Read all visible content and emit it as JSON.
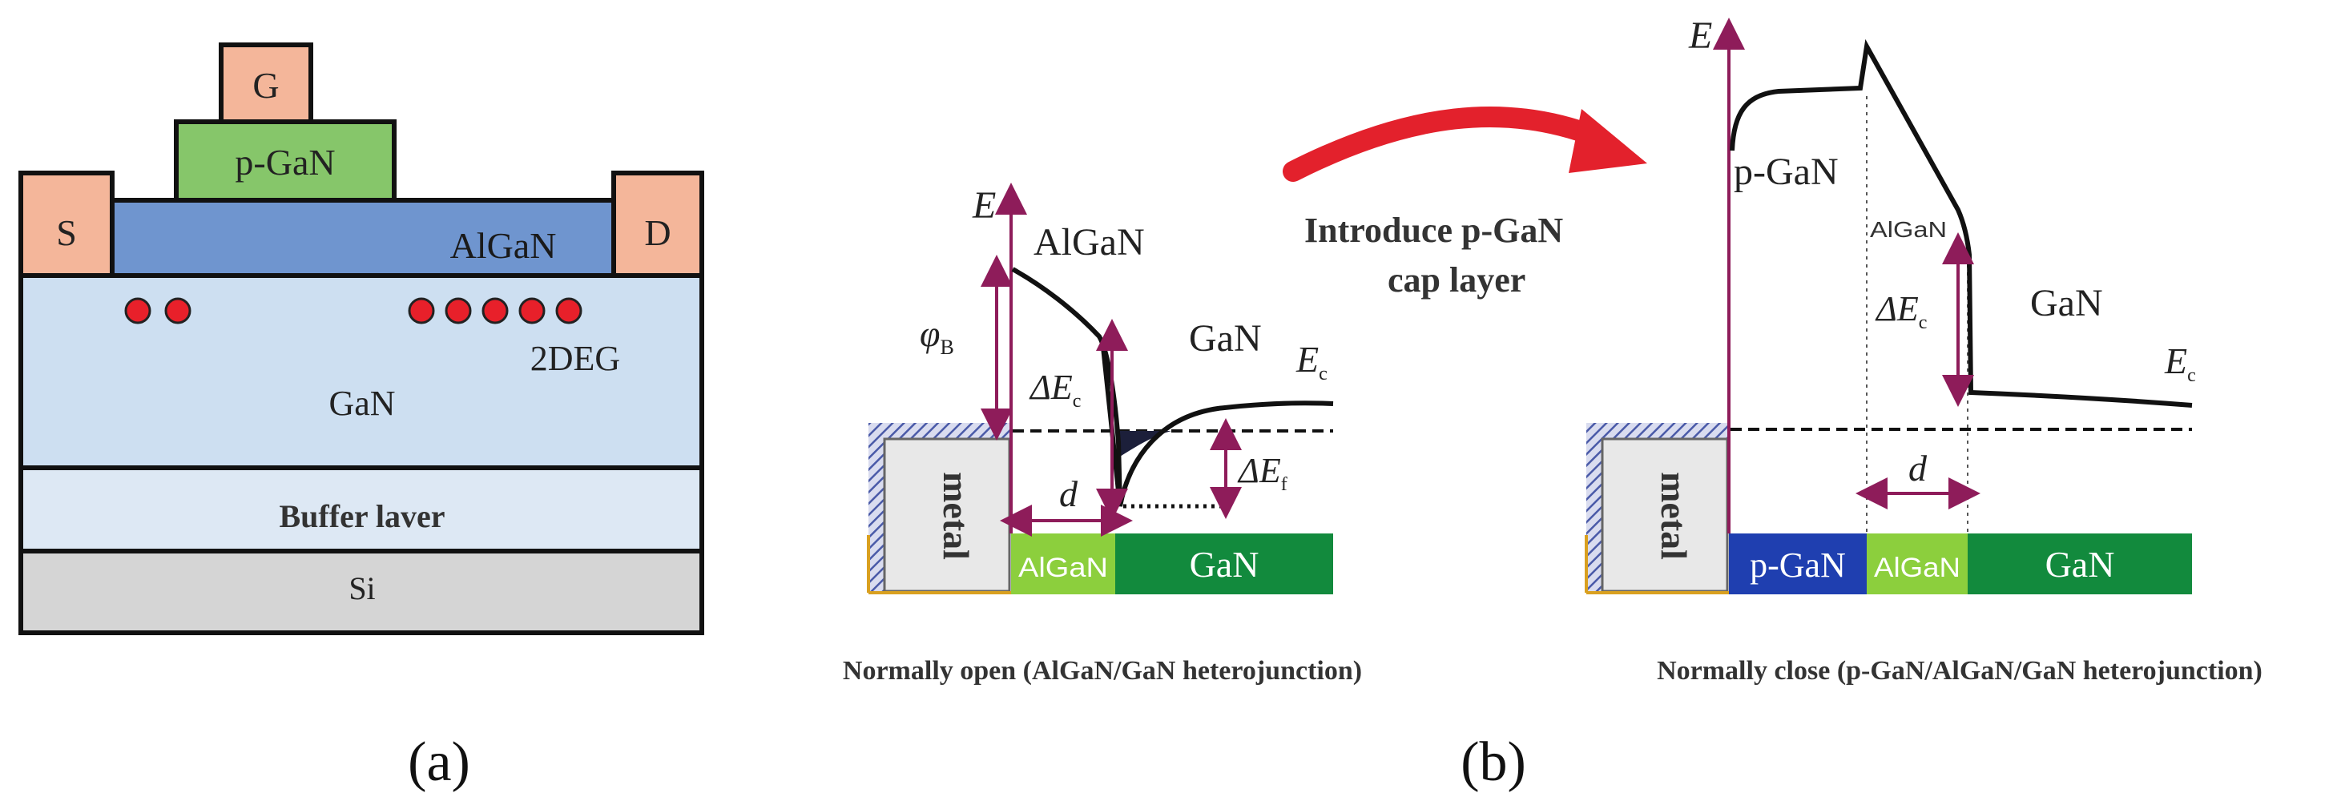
{
  "colors": {
    "contact": "#f4b69a",
    "p_gan": "#86c66a",
    "algan_layer": "#6f95cf",
    "gan_layer": "#cddff1",
    "buffer": "#dde8f4",
    "si": "#d5d5d5",
    "dot": "#e8202a",
    "arrow": "#e3212c",
    "band_label": "#8e1c5a",
    "bar_algan": "#8ccf3d",
    "bar_gan": "#128a3d",
    "bar_pgan": "#1f3fb0",
    "metal": "#e8e8e8",
    "hatch": "#4a5aa8"
  },
  "panel_a": {
    "gate": "G",
    "p_gan": "p-GaN",
    "source": "S",
    "drain": "D",
    "algan": "AlGaN",
    "twodeg": "2DEG",
    "gan": "GaN",
    "buffer": "Buffer laver",
    "si": "Si",
    "caption": "(a)"
  },
  "arrow_text": {
    "line1": "Introduce  p-GaN",
    "line2": "cap layer"
  },
  "panel_b_left": {
    "e_axis": "E",
    "algan": "AlGaN",
    "phi": "φ",
    "phi_sub": "B",
    "delta_ec": "ΔE",
    "delta_ec_sub": "c",
    "gan": "GaN",
    "ec": "E",
    "ec_sub": "c",
    "delta_ef": "ΔE",
    "delta_ef_sub": "f",
    "d": "d",
    "metal": "metal",
    "bar_algan": "AlGaN",
    "bar_gan": "GaN",
    "caption": "Normally open (AlGaN/GaN heterojunction)"
  },
  "panel_b_right": {
    "e_axis": "E",
    "p_gan": "p-GaN",
    "algan": "AlGaN",
    "delta_ec": "ΔE",
    "delta_ec_sub": "c",
    "gan": "GaN",
    "ec": "E",
    "ec_sub": "c",
    "d": "d",
    "metal": "metal",
    "bar_pgan": "p-GaN",
    "bar_algan": "AlGaN",
    "bar_gan": "GaN",
    "caption": "Normally close (p-GaN/AlGaN/GaN heterojunction)"
  },
  "caption_b": "(b)"
}
